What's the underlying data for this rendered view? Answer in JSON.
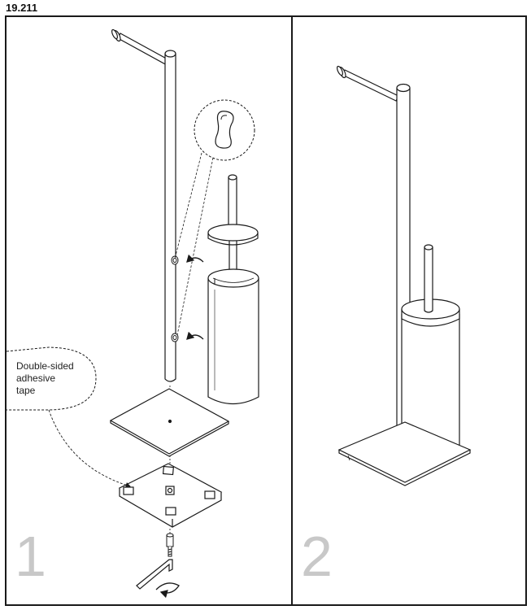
{
  "model_code": "19.211",
  "panels": [
    {
      "step_number": "1"
    },
    {
      "step_number": "2"
    }
  ],
  "callout": {
    "lines": [
      "Double-sided",
      "adhesive",
      "tape"
    ]
  },
  "colors": {
    "line": "#1a1a1a",
    "step_number": "#c8c8c8"
  }
}
